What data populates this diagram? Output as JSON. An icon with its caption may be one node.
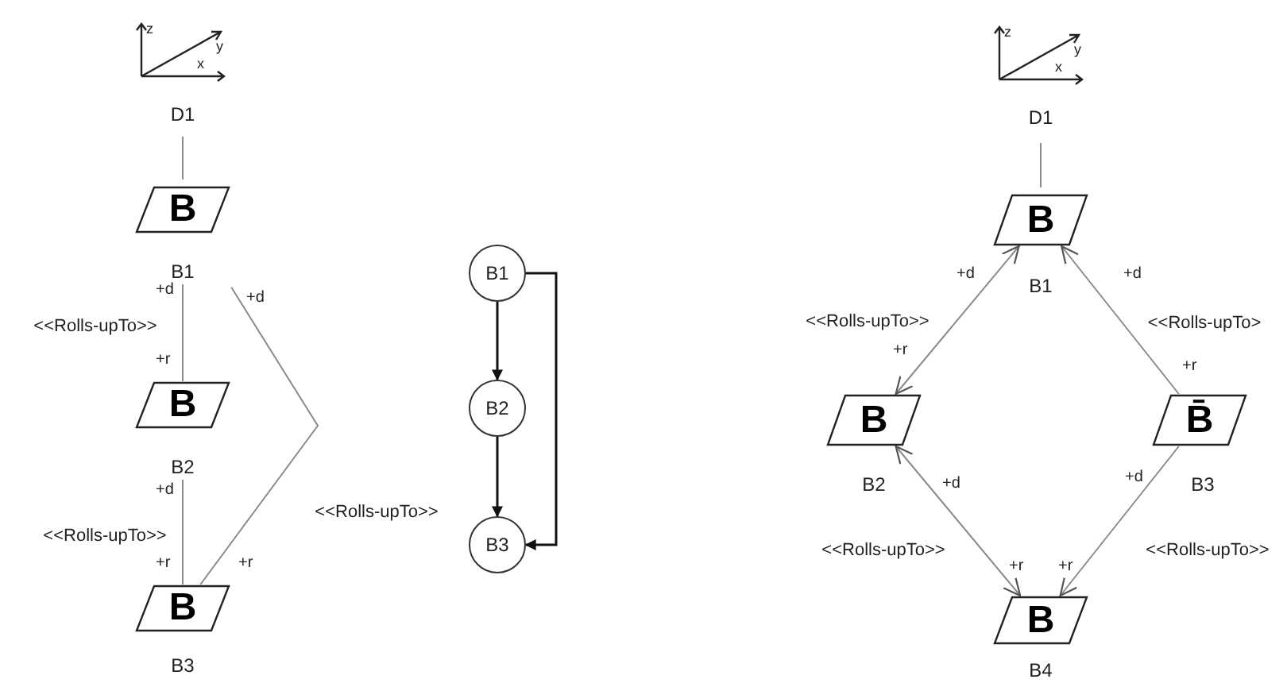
{
  "diagram": {
    "nodes": [
      {
        "text": [
          "D1"
        ]
      },
      {
        "text": [
          "B"
        ],
        "beside": [
          "B1"
        ]
      },
      {
        "text": [
          "B"
        ],
        "beside": [
          "B2"
        ]
      },
      {
        "text": [
          "B"
        ],
        "beside": [
          "B3"
        ]
      },
      {
        "text": [
          "B1"
        ]
      },
      {
        "text": [
          "B2"
        ]
      },
      {
        "text": [
          "B3"
        ]
      },
      {
        "text": [
          "D1"
        ]
      },
      {
        "text": [
          "B"
        ],
        "beside": [
          "B1"
        ]
      },
      {
        "text": [
          "B"
        ],
        "beside": [
          "B2"
        ]
      },
      {
        "text": [
          "B̄"
        ],
        "beside": [
          "B3"
        ]
      },
      {
        "text": [
          "B"
        ],
        "beside": [
          "B4"
        ]
      }
    ],
    "edges": [
      {
        "from": 0,
        "to": 1,
        "arrow": "none"
      },
      {
        "from": 1,
        "to": 2,
        "arrow": "none",
        "label": "<<Rolls-upTo>>"
      },
      {
        "from": 2,
        "to": 3,
        "arrow": "none",
        "label": "<<Rolls-upTo>>"
      },
      {
        "from": 1,
        "to": 3,
        "arrow": "none",
        "label": "<<Rolls-upTo>>"
      },
      {
        "from": 4,
        "to": 5,
        "arrow": "to",
        "color": "#111111"
      },
      {
        "from": 5,
        "to": 6,
        "arrow": "to",
        "color": "#111111"
      },
      {
        "from": 4,
        "to": 6,
        "arrow": "to",
        "color": "#111111"
      },
      {
        "from": 7,
        "to": 8,
        "arrow": "none"
      },
      {
        "from": 8,
        "to": 9,
        "arrow": "both",
        "label": "<<Rolls-upTo>>"
      },
      {
        "from": 10,
        "to": 8,
        "arrow": "to",
        "label": "<<Rolls-upTo>"
      },
      {
        "from": 9,
        "to": 11,
        "arrow": "both",
        "label": "<<Rolls-upTo>>"
      },
      {
        "from": 10,
        "to": 11,
        "arrow": "to",
        "label": "<<Rolls-upTo>>"
      }
    ],
    "labels": [
      "z",
      "y",
      "x",
      "+d",
      "+d",
      "+r",
      "+d",
      "+r",
      "+r",
      "z",
      "y",
      "x",
      "+d",
      "+d",
      "+r",
      "+r",
      "+d",
      "+d",
      "+r",
      "+r"
    ]
  }
}
